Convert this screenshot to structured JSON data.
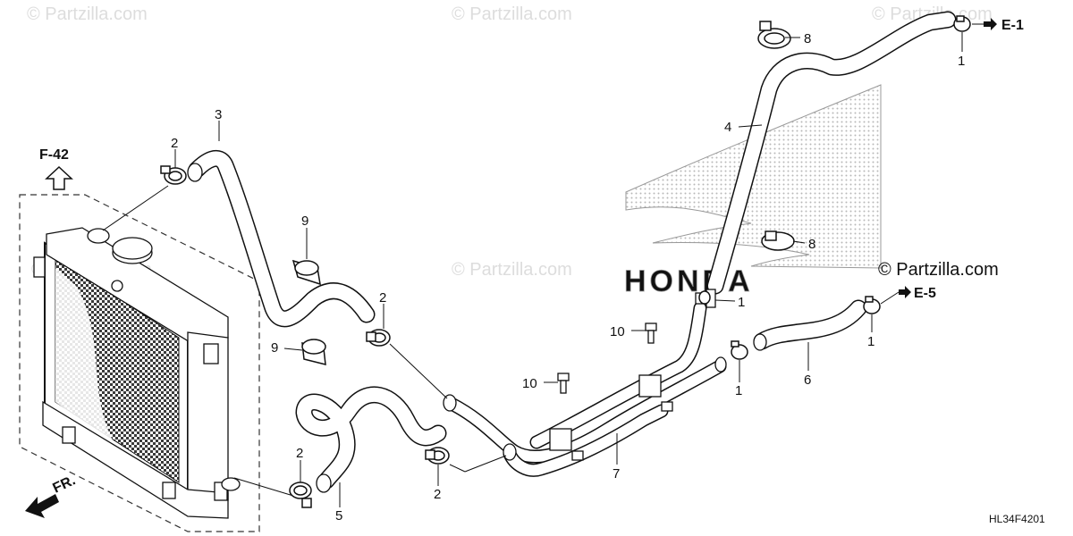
{
  "watermarks": {
    "partzilla": "© Partzilla.com",
    "partzilla_faint": "© Partzilla.com"
  },
  "logo_text": "HONDA",
  "figure_code": "HL34F4201",
  "references": {
    "f42": "F-42",
    "e1": "E-1",
    "e5": "E-5",
    "front": "FR."
  },
  "callouts": {
    "c1a": "1",
    "c1b": "1",
    "c1c": "1",
    "c1d": "1",
    "c2a": "2",
    "c2b": "2",
    "c2c": "2",
    "c2d": "2",
    "c3": "3",
    "c4": "4",
    "c5": "5",
    "c6": "6",
    "c7": "7",
    "c8a": "8",
    "c8b": "8",
    "c9a": "9",
    "c9b": "9",
    "c10a": "10",
    "c10b": "10"
  }
}
